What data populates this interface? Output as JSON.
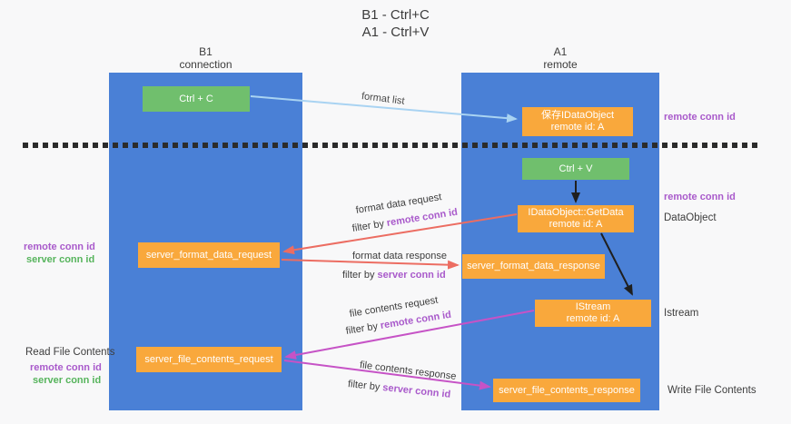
{
  "title": {
    "line1": "B1 - Ctrl+C",
    "line2": "A1 - Ctrl+V"
  },
  "lifelines": {
    "b1": {
      "name": "B1",
      "subtitle": "connection"
    },
    "a1": {
      "name": "A1",
      "subtitle": "remote"
    }
  },
  "nodes": {
    "ctrl_c": {
      "label": "Ctrl + C"
    },
    "ctrl_v": {
      "label": "Ctrl + V"
    },
    "save_dataobject": {
      "line1": "保存IDataObject",
      "line2": "remote id: A"
    },
    "getdata": {
      "line1": "IDataObject::GetData",
      "line2": "remote id: A"
    },
    "istream": {
      "line1": "IStream",
      "line2": "remote id: A"
    },
    "format_request": {
      "label": "server_format_data_request"
    },
    "format_response": {
      "label": "server_format_data_response"
    },
    "file_request": {
      "label": "server_file_contents_request"
    },
    "file_response": {
      "label": "server_file_contents_response"
    }
  },
  "left_labels": {
    "format": {
      "remote": "remote conn id",
      "server": "server conn id"
    },
    "file": {
      "title": "Read File Contents",
      "remote": "remote conn id",
      "server": "server conn id"
    }
  },
  "right_labels": {
    "save_conn": "remote conn id",
    "getdata_conn": "remote conn id",
    "dataobject": "DataObject",
    "istream": "Istream",
    "write_file": "Write File Contents"
  },
  "arrow_labels": {
    "format_list": "format list",
    "format_request": {
      "text": "format data request",
      "filter_prefix": "filter by ",
      "filter_key": "remote conn id"
    },
    "format_response": {
      "text": "format data response",
      "filter_prefix": "filter by ",
      "filter_key": "server conn id"
    },
    "file_request": {
      "text": "file contents request",
      "filter_prefix": "filter by ",
      "filter_key": "remote conn id"
    },
    "file_response": {
      "text": "file contents response",
      "filter_prefix": "filter by ",
      "filter_key": "server conn id"
    }
  },
  "colors": {
    "column_blue": "#4a80d6",
    "box_orange": "#f9a83c",
    "box_green": "#70bf6d",
    "arrow_blue": "#a9d3f2",
    "arrow_black": "#1f1f1f",
    "arrow_salmon": "#ec6d62",
    "arrow_magenta": "#c653c6",
    "text_purple": "#a95acb",
    "text_green": "#56b45c",
    "text_dark": "#3d3d3d"
  }
}
